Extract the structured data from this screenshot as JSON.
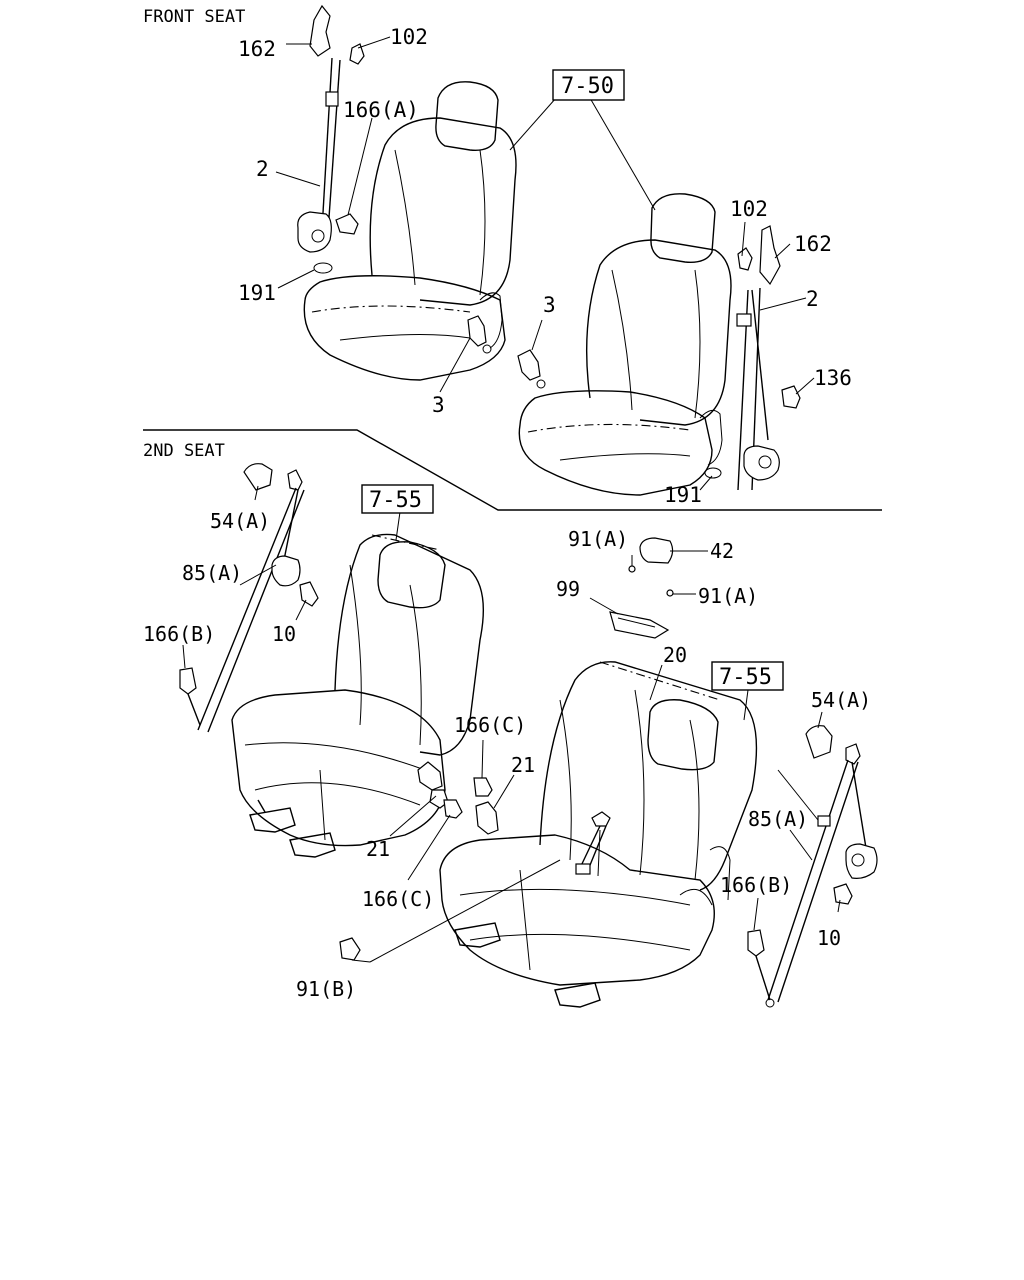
{
  "sections": {
    "front": "FRONT SEAT",
    "second": "2ND SEAT"
  },
  "refs": {
    "front_seat": "7-50",
    "second_left": "7-55",
    "second_right": "7-55"
  },
  "labels": {
    "f_162_l": "162",
    "f_102_l": "102",
    "f_166a": "166(A)",
    "f_2_l": "2",
    "f_191_l": "191",
    "f_3_l_up": "3",
    "f_3_l_dn": "3",
    "f_102_r": "102",
    "f_162_r": "162",
    "f_2_r": "2",
    "f_136": "136",
    "f_191_r": "191",
    "s_54a_l": "54(A)",
    "s_85a_l": "85(A)",
    "s_10_l": "10",
    "s_166b_l": "166(B)",
    "s_91a_top": "91(A)",
    "s_42": "42",
    "s_99": "99",
    "s_91a_right": "91(A)",
    "s_20": "20",
    "s_166c_up": "166(C)",
    "s_21_up": "21",
    "s_21_dn": "21",
    "s_166c_dn": "166(C)",
    "s_91b": "91(B)",
    "s_54a_r": "54(A)",
    "s_85a_r": "85(A)",
    "s_166b_r": "166(B)",
    "s_10_r": "10"
  }
}
